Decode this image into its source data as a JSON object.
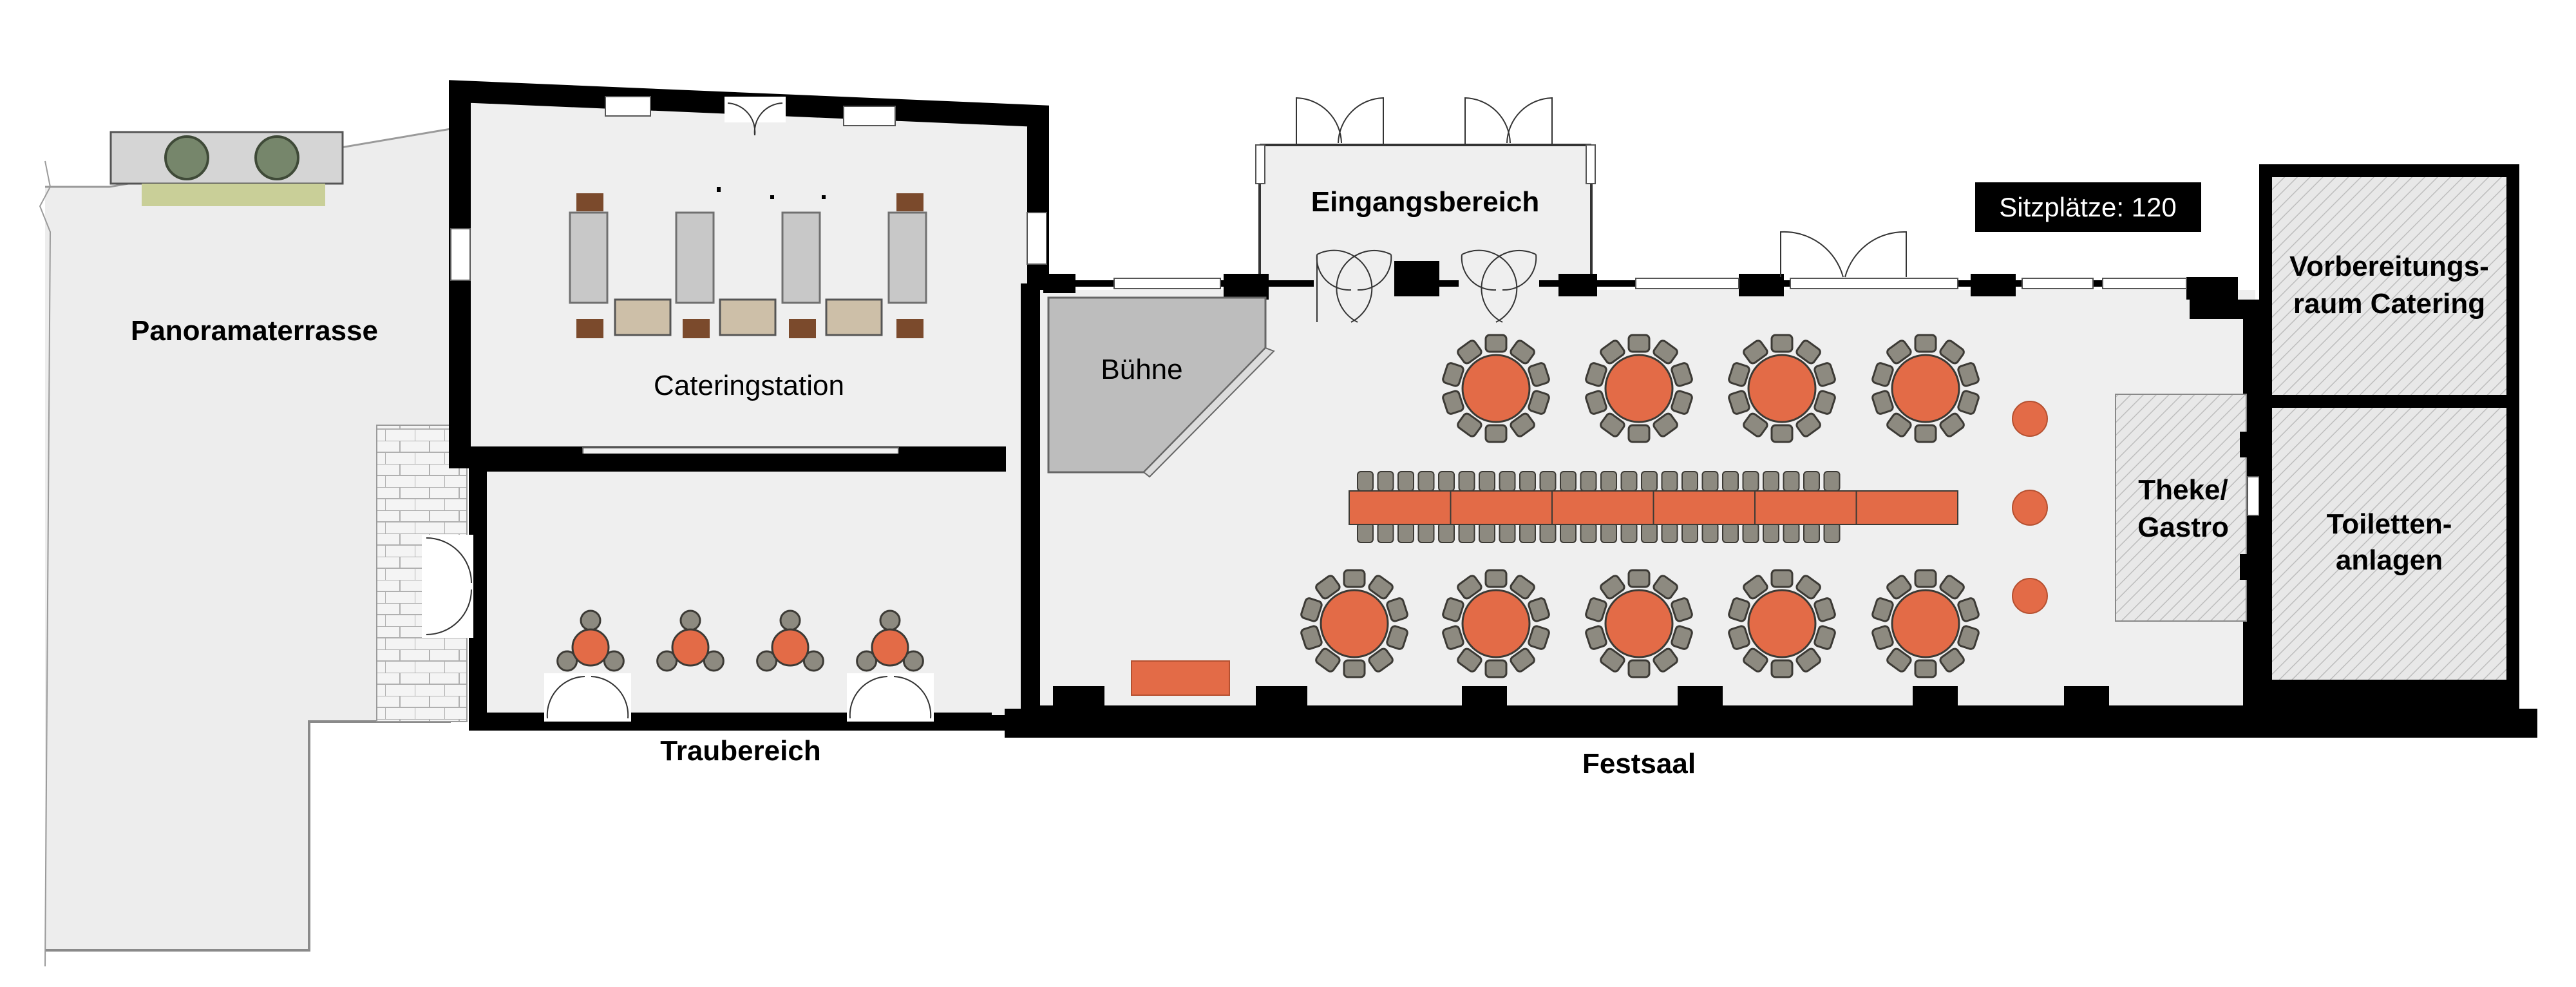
{
  "plan": {
    "rooms": {
      "terrace": "Panoramaterrasse",
      "catering_station": "Cateringstation",
      "stage": "Bühne",
      "entrance": "Eingangsbereich",
      "wedding_area": "Traubereich",
      "hall": "Festsaal",
      "bar_line1": "Theke/",
      "bar_line2": "Gastro",
      "prep_line1": "Vorbereitungs-",
      "prep_line2": "raum Catering",
      "toilet_line1": "Toiletten-",
      "toilet_line2": "anlagen"
    },
    "seats_badge": "Sitzplätze: 120"
  },
  "colors": {
    "wall": "#000000",
    "floor": "#efefef",
    "table": "#e36b47",
    "chair": "#8d8a80",
    "stage": "#bdbdbd",
    "terrace": "#ededed",
    "planter": "#c9cf98"
  }
}
